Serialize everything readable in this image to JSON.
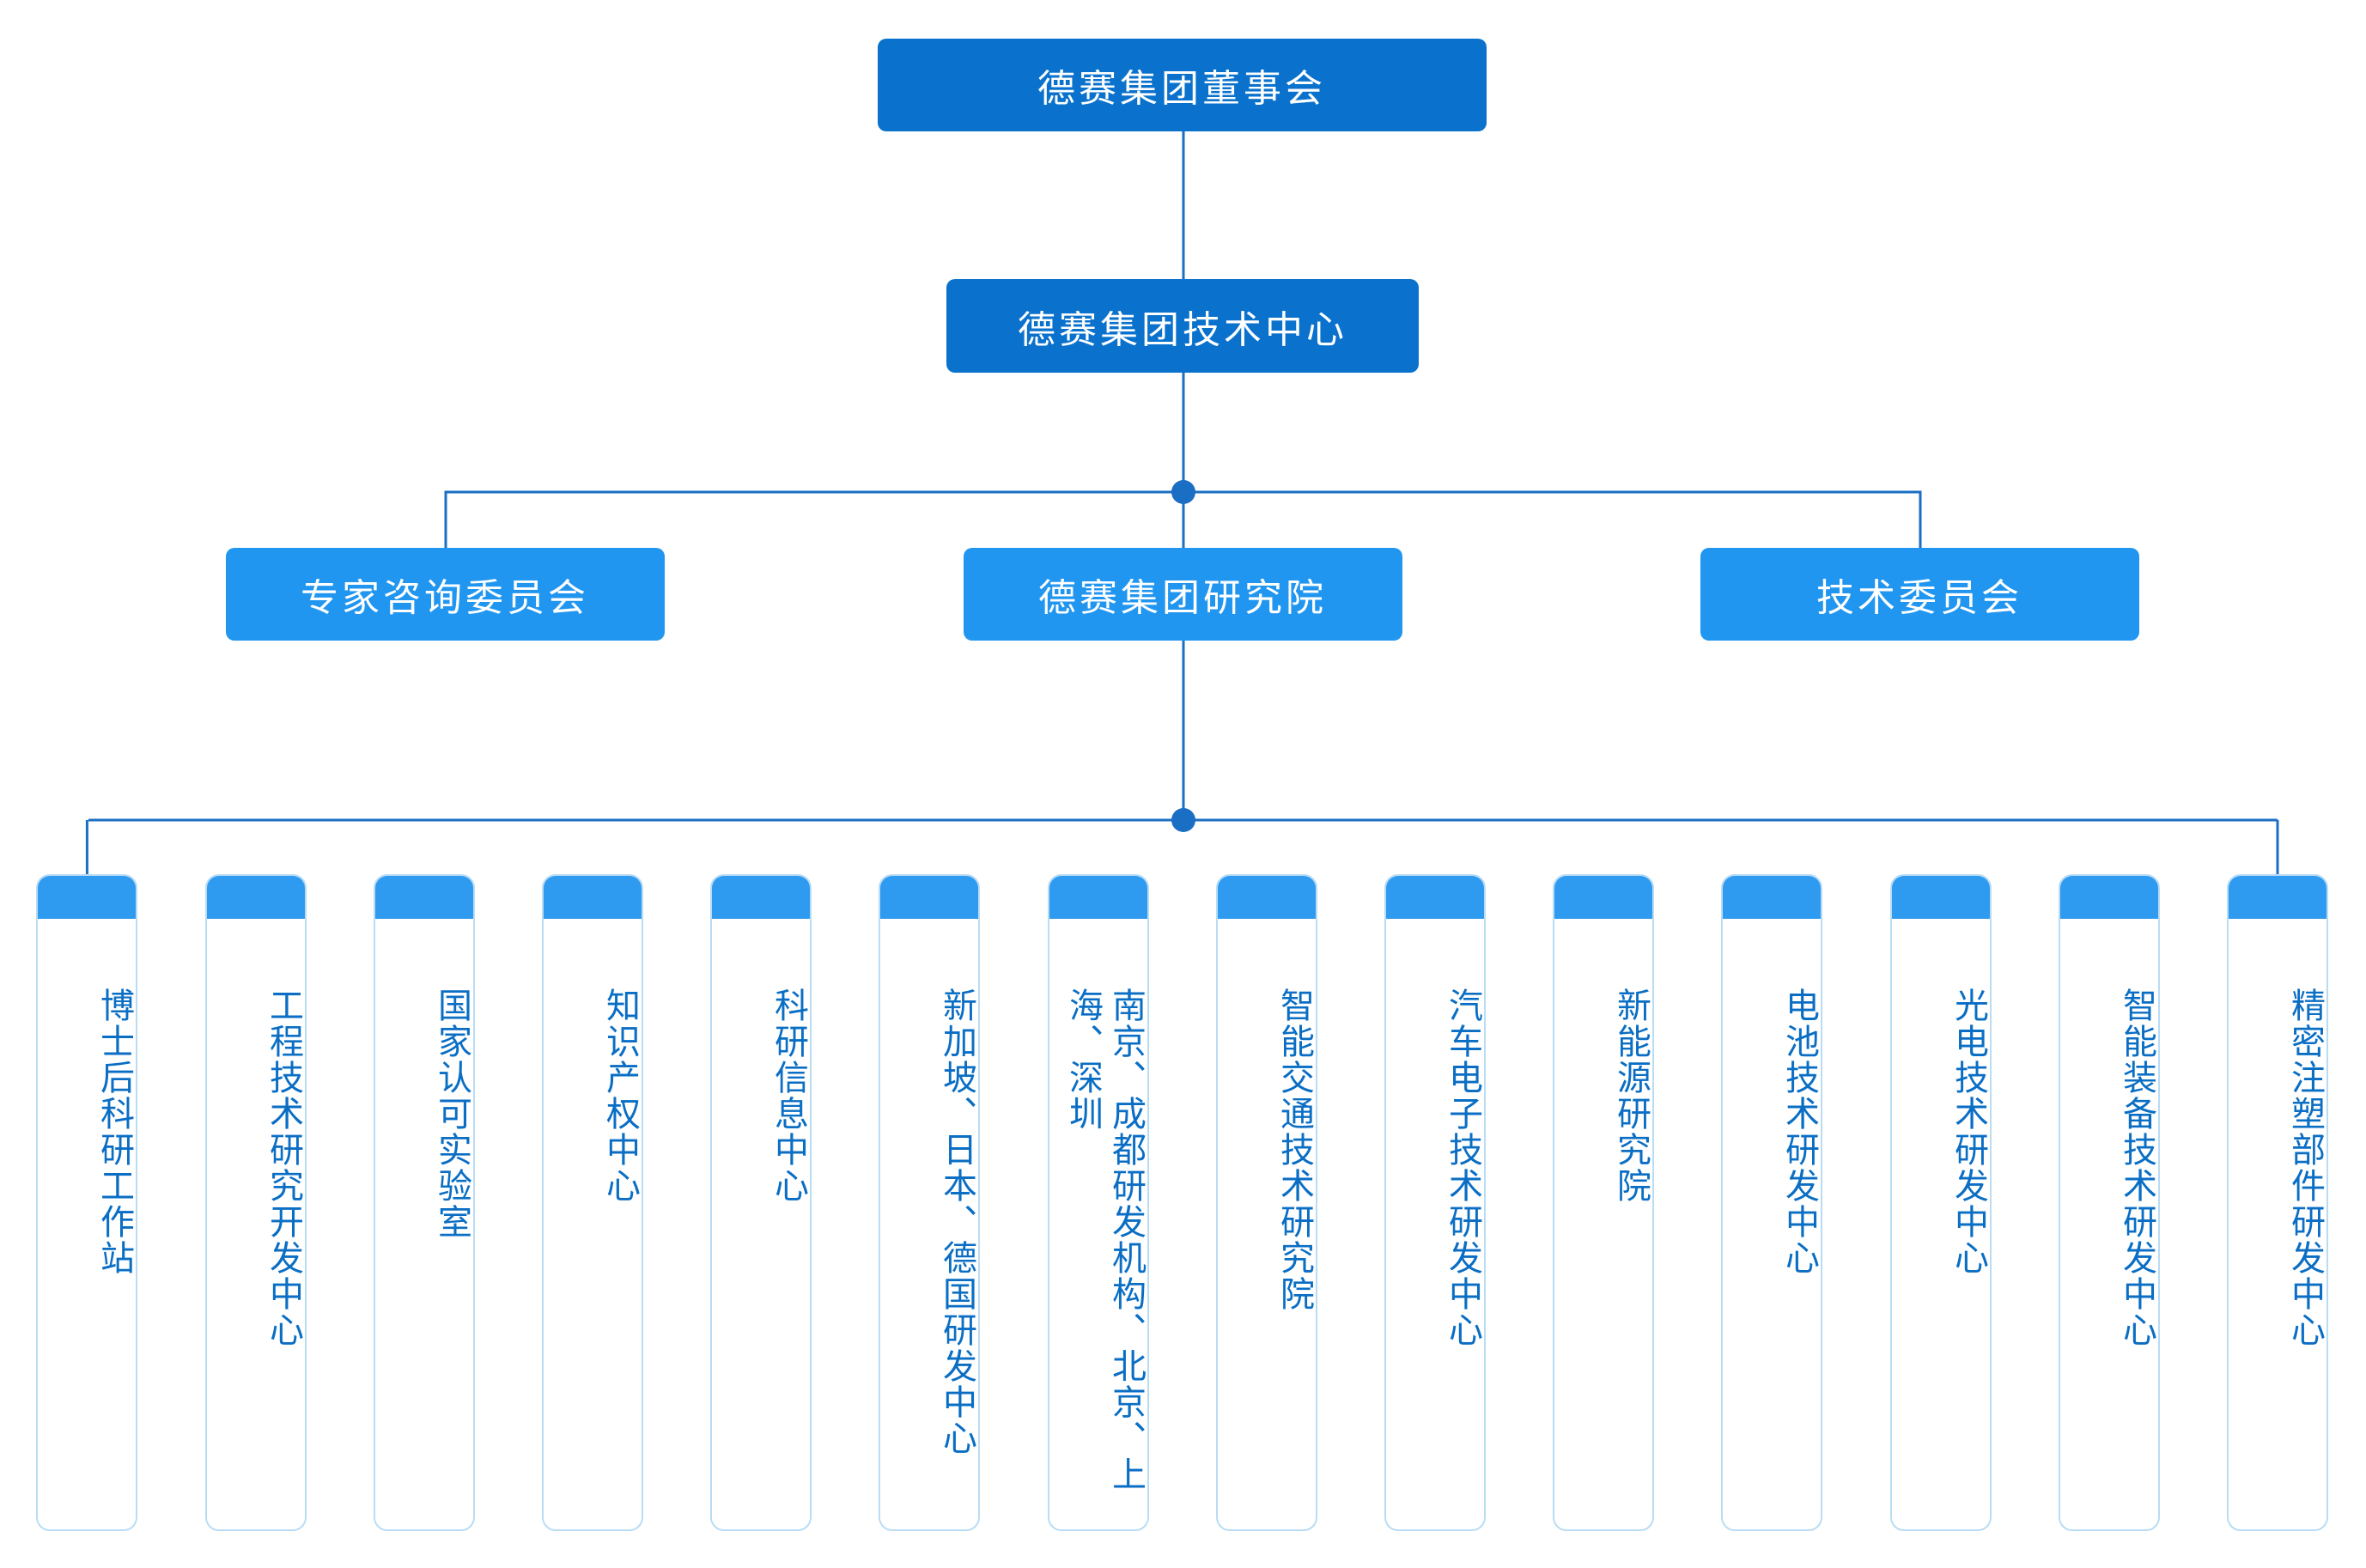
{
  "chart_data": {
    "type": "org-chart",
    "mirrored": true,
    "colors": {
      "dark_box": "#0a72cc",
      "light_box": "#2196f0",
      "column_head": "#2e9af0",
      "column_text": "#0a6ec4",
      "connector": "#1a6fc4"
    },
    "root": "德赛集团董事会",
    "level2": "德赛集团技术中心",
    "level3": [
      "技术委员会",
      "德赛集团研究院",
      "专家咨询委员会"
    ],
    "level4": [
      "精密注塑部件研发中心",
      "智能装备技术研发中心",
      "光电技术研发中心",
      "电池技术研发中心",
      "新能源研究院",
      "汽车电子技术研发中心",
      "智能交通技术研究院",
      "南京、成都研发机构、北京、上海、深圳",
      "新加坡、日本、德国研发中心",
      "科研信息中心",
      "知识产权中心",
      "国家认可实验室",
      "工程技术研究开发中心",
      "博士后科研工作站"
    ]
  }
}
